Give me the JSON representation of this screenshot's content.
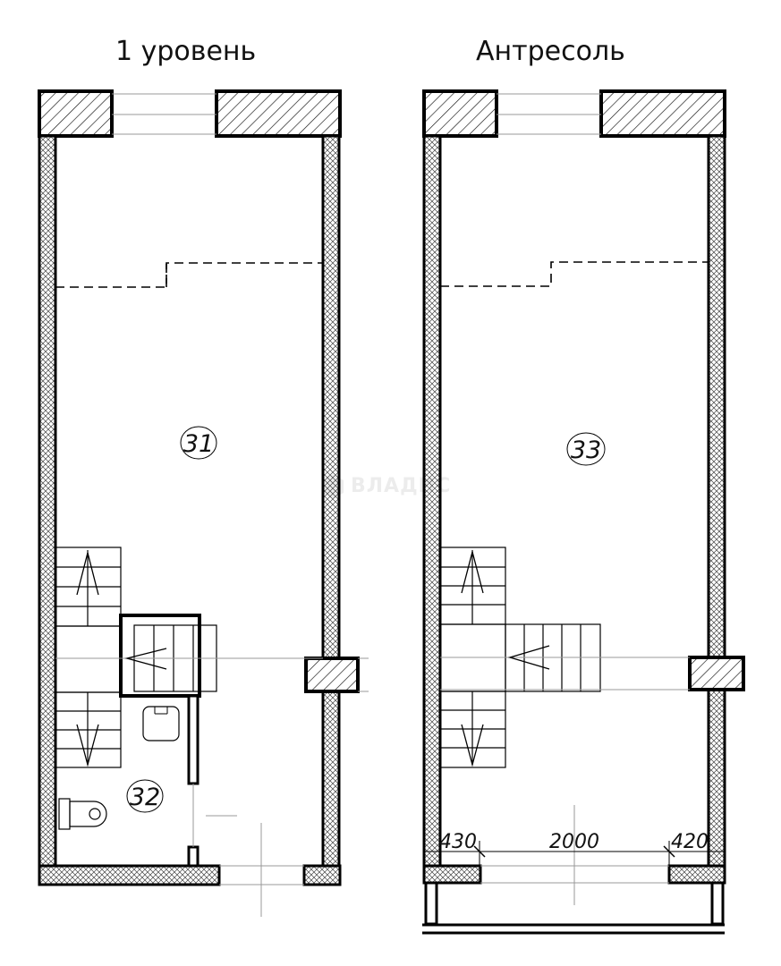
{
  "titles": {
    "level1": "1 уровень",
    "mezzanine": "Антресоль"
  },
  "rooms": {
    "room31": "31",
    "room32": "32",
    "room33": "33"
  },
  "dimensions": {
    "left": "430",
    "middle": "2000",
    "right": "420"
  },
  "watermark": "ВЛАДИС",
  "icons": {
    "stair": "stair-arrow-icon",
    "toilet": "toilet-icon",
    "sink": "sink-icon",
    "watermark": "watermark-logo-icon"
  }
}
